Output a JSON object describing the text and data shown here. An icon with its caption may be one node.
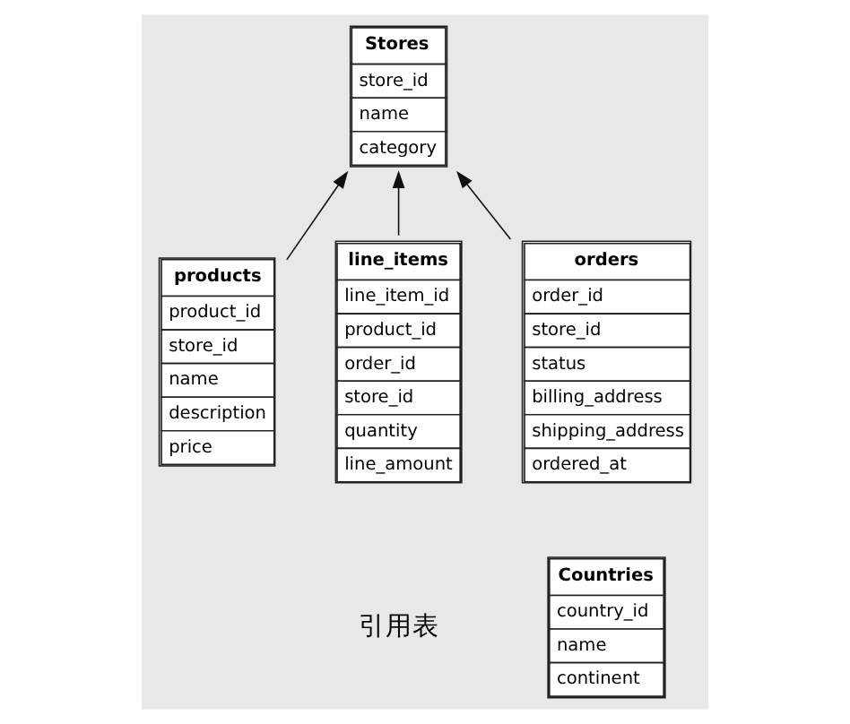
{
  "diagram": {
    "nodes": [
      {
        "text": [
          "Stores",
          "store_id",
          "name",
          "category"
        ]
      },
      {
        "text": [
          "products",
          "product_id",
          "store_id",
          "name",
          "description",
          "price"
        ]
      },
      {
        "text": [
          "line_items",
          "line_item_id",
          "product_id",
          "order_id",
          "store_id",
          "quantity",
          "line_amount"
        ]
      },
      {
        "text": [
          "orders",
          "order_id",
          "store_id",
          "status",
          "billing_address",
          "shipping_address",
          "ordered_at"
        ]
      },
      {
        "text": [
          "Countries",
          "country_id",
          "name",
          "continent"
        ]
      }
    ],
    "edges": [
      {
        "from": 1,
        "to": 0,
        "arrow": "to"
      },
      {
        "from": 2,
        "to": 0,
        "arrow": "to"
      },
      {
        "from": 3,
        "to": 0,
        "arrow": "to"
      }
    ],
    "labels": [
      "引用表"
    ]
  }
}
